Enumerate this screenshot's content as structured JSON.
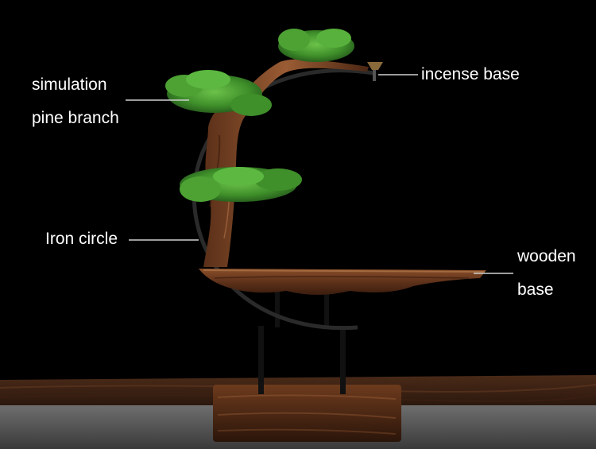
{
  "labels": {
    "simulation_line1": "simulation",
    "simulation_line2": "pine branch",
    "incense_base": "incense base",
    "iron_circle": "Iron circle",
    "wooden_line1": "wooden",
    "wooden_line2": "base"
  },
  "colors": {
    "background": "#000000",
    "pine_green": "#3f8f2a",
    "wood": "#6b3a1f",
    "label_text": "#ffffff"
  }
}
